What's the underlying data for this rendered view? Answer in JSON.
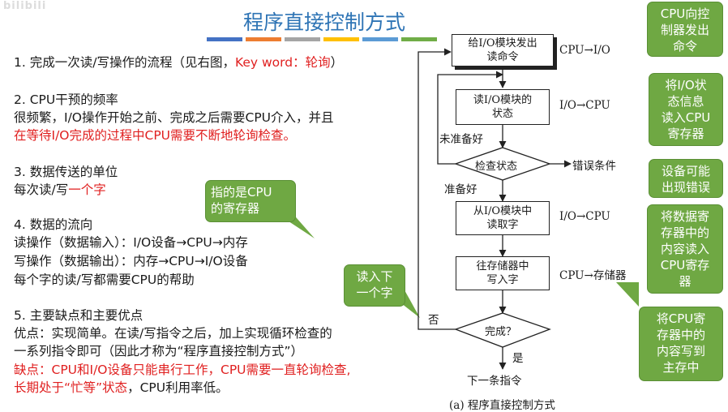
{
  "logo": "bilibili",
  "title": "程序直接控制方式",
  "title_bar_colors": [
    "#4472c4",
    "#ed7d31",
    "#a5a5a5",
    "#ffc000",
    "#5b9bd5",
    "#70ad47"
  ],
  "left": {
    "s1": {
      "prefix": "1. 完成一次读/写操作的流程（见右图，",
      "keyword": "Key word：轮询",
      "suffix": "）"
    },
    "s2": {
      "heading": "2. CPU干预的频率",
      "line1": "很频繁，I/O操作开始之前、完成之后需要CPU介入，并且",
      "line2": "在等待I/O完成的过程中CPU需要不断地轮询检查。"
    },
    "s3": {
      "heading": "3. 数据传送的单位",
      "prefix": "每次读/写",
      "highlight": "一个字"
    },
    "s4": {
      "heading": "4. 数据的流向",
      "line1": "读操作（数据输入）：I/O设备→CPU→内存",
      "line2": "写操作（数据输出）：内存→CPU→I/O设备",
      "line3": "每个字的读/写都需要CPU的帮助"
    },
    "s5": {
      "heading": "5. 主要缺点和主要优点",
      "pro1": "优点：实现简单。在读/写指令之后，加上实现循环检查的",
      "pro2": "一系列指令即可（因此才称为“程序直接控制方式”）",
      "con1": "缺点：CPU和I/O设备只能串行工作，CPU需要一直轮询检查,",
      "con2_red": "长期处于“忙等”状态",
      "con2_rest": "，CPU利用率低。"
    }
  },
  "callouts": {
    "register": [
      "指的是CPU",
      "的寄存器"
    ],
    "read_next": [
      "读入下",
      "一个字"
    ],
    "r1": [
      "CPU向控",
      "制器发出",
      "命令"
    ],
    "r2": [
      "将I/O状",
      "态信息",
      "读入CPU",
      "寄存器"
    ],
    "r3": [
      "设备可能",
      "出现错误"
    ],
    "r4": [
      "将数据寄",
      "存器中的",
      "内容读入",
      "CPU寄存",
      "器"
    ],
    "r5": [
      "将CPU寄",
      "存器中的",
      "内容写到",
      "主存中"
    ]
  },
  "flow": {
    "box1": [
      "给I/O模块发出",
      "读命令"
    ],
    "box2": [
      "读I/O模块的",
      "状态"
    ],
    "decision1": "检查状态",
    "box3": [
      "从I/O模块中",
      "读取字"
    ],
    "box4": [
      "往存储器中",
      "写入字"
    ],
    "decision2": "完成？",
    "not_ready": "未准备好",
    "ready": "准备好",
    "error": "错误条件",
    "no": "否",
    "yes": "是",
    "next": "下一条指令",
    "caption": "(a) 程序直接控制方式",
    "side1": "CPU→I/O",
    "side2": "I/O→CPU",
    "side3": "I/O→CPU",
    "side4": "CPU→存储器"
  }
}
